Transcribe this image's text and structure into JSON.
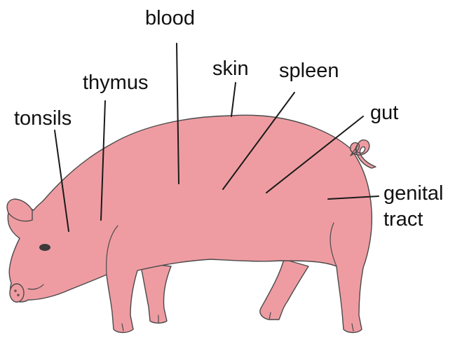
{
  "diagram": {
    "colors": {
      "body": "#ee9ca2",
      "outline": "#4a4a4a",
      "text": "#111111"
    },
    "labels": {
      "blood": "blood",
      "thymus": "thymus",
      "skin": "skin",
      "spleen": "spleen",
      "tonsils": "tonsils",
      "gut": "gut",
      "genital_line1": "genital",
      "genital_line2": "tract"
    },
    "icons": {
      "subject": "pig-silhouette",
      "eye": "pig-eye",
      "snout": "pig-snout"
    }
  }
}
